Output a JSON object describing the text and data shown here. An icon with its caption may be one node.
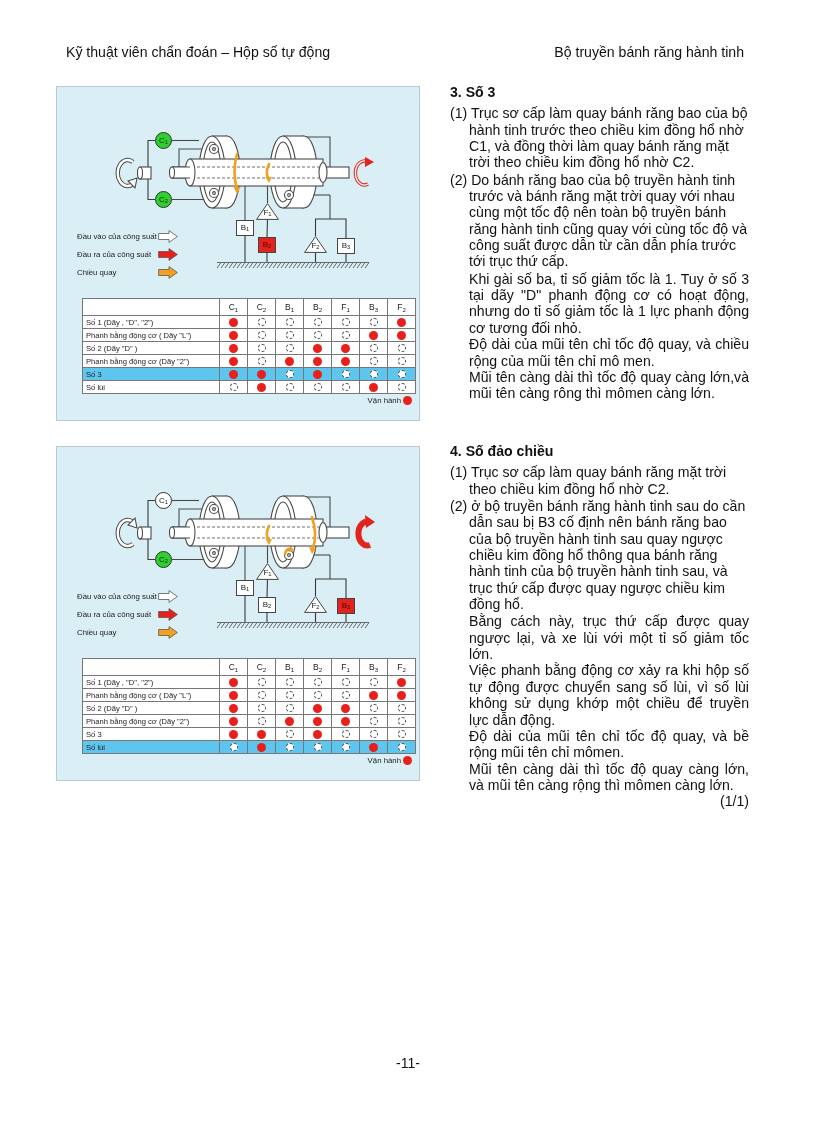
{
  "diagram": {
    "nodes": [
      {
        "text": [
          "C$_{1}$"
        ]
      },
      {
        "text": [
          "C$_{2}$"
        ]
      },
      {
        "text": [
          "F$_{1}$"
        ]
      },
      {
        "text": [
          "B$_{1}$"
        ]
      },
      {
        "text": [
          "B$_{2}$"
        ]
      },
      {
        "text": [
          "F$_{2}$"
        ]
      },
      {
        "text": [
          "B$_{3}$"
        ]
      },
      {
        "text": [],
        "shape": "bar"
      },
      {
        "text": [
          "C$_{1}$"
        ]
      },
      {
        "text": [
          "C$_{2}$"
        ]
      },
      {
        "text": [
          "F$_{1}$"
        ]
      },
      {
        "text": [
          "B$_{1}$"
        ]
      },
      {
        "text": [
          "B$_{2}$"
        ]
      },
      {
        "text": [
          "F$_{2}$"
        ]
      },
      {
        "text": [
          "B$_{3}$"
        ]
      },
      {
        "text": [],
        "shape": "bar"
      }
    ],
    "edges": [
      {
        "from": 0,
        "to": 1,
        "arrow": "none"
      },
      {
        "from": 2,
        "to": 4,
        "arrow": "none"
      },
      {
        "from": 5,
        "to": 6,
        "arrow": "none"
      },
      {
        "from": 3,
        "to": 7,
        "arrow": "none"
      },
      {
        "from": 4,
        "to": 7,
        "arrow": "none"
      },
      {
        "from": 5,
        "to": 7,
        "arrow": "none"
      },
      {
        "from": 6,
        "to": 7,
        "arrow": "none"
      },
      {
        "from": 8,
        "to": 9,
        "arrow": "none"
      },
      {
        "from": 10,
        "to": 12,
        "arrow": "none"
      },
      {
        "from": 13,
        "to": 14,
        "arrow": "none"
      },
      {
        "from": 11,
        "to": 15,
        "arrow": "none"
      },
      {
        "from": 12,
        "to": 15,
        "arrow": "none"
      },
      {
        "from": 13,
        "to": 15,
        "arrow": "none"
      },
      {
        "from": 14,
        "to": 15,
        "arrow": "none"
      }
    ],
    "labels": [
      "Kỹ thuật viên chẩn đoán – Hộp số tự động",
      "Bộ truyền bánh răng hành tinh",
      "C$_{1}$",
      "C$_{2}$",
      "B$_{1}$",
      "B$_{2}$",
      "F$_{1}$",
      "B$_{3}$",
      "F$_{2}$",
      "Số 1 (Dãy , \"D\", \"2\")",
      "Phanh bằng động cơ ( Dãy \"L\")",
      "Số 2 (Dãy \"D\" )",
      "Phanh bằng động cơ (Dãy \"2\")",
      "Số 3",
      "Số lùi",
      "3. Số 3",
      "(1) Trục sơ cấp làm quay bánh răng bao của bộ hành tinh trước theo chiều kim đồng hổ nhờ C1, và đồng thời làm quay bánh răng mặt trời theo chiều kim đồng hổ nhờ C2.",
      "(2) Do bánh răng bao của bộ truyền hành tinh trước và bánh răng mặt trời quay với nhau cùng một tốc độ nên toàn bộ truyền bánh răng hành tinh cũng quay với cùng tốc độ và công suất được dẫn từ cần dẫn phía trước tới trục thứ cấp.",
      "Khi gài số ba, tỉ số giảm tốc là 1. Tuy ở số 3 tại dãy \"D\" phanh động cơ có hoạt động, nhưng do tỉ số giảm tốc là 1 lực phanh động cơ tương đối nhỏ.",
      "Độ dài của mũi tên chỉ tốc độ quay, và chiều rộng của mũi tên chỉ mô men.",
      "Mũi tên càng dài thì tốc độ quay càng lớn,và mũi tên càng rông thì mômen càng lớn.",
      "C$_{1}$",
      "C$_{2}$",
      "B$_{1}$",
      "B$_{2}$",
      "F$_{1}$",
      "B$_{3}$",
      "F$_{2}$",
      "Số 1 (Dãy , \"D\", \"2\")",
      "Phanh bằng động cơ ( Dãy \"L\")",
      "Số 2 (Dãy \"D\" )",
      "Phanh bằng động cơ (Dãy \"2\")",
      "Số 3",
      "Số lùi",
      "4. Số đảo chiều",
      "(1) Trục sơ cấp làm quay bánh răng mặt trời theo chiều kim đồng hổ nhờ C2.",
      "(2) ở bộ truyền bánh răng hành tinh sau do cần dẫn sau bị B3 cố định nên bánh răng bao của bộ truyền hành tinh sau quay ngược chiều kim đồng hổ thông qua bánh răng hành tinh của bộ truyền hành tinh sau, và trục thứ cấp được quay ngược chiều kim đồng hổ.",
      "Bằng cách này, trục thứ cấp được quay ngược lại, và xe lùi với một tỉ số giảm tốc lớn.",
      "Việc phanh bằng động cơ xảy ra khi hộp số tự động được chuyển sang số lùi, vì số lùi không sử dụng khớp một chiều để truyền lực dẫn động.",
      "Độ dài của mũi tên chỉ tốc độ quay, và bề rộng mũi tên chỉ mômen.",
      "Mũi tên càng dài thì tốc độ quay càng lớn, và mũi tên càng rộng thì mômen càng lớn.",
      "(1/1)",
      "-11-"
    ],
    "legend": [
      {
        "text": "Đầu vào của công suất",
        "color": "#ffffff"
      },
      {
        "text": "Đầu ra của công suất",
        "color": "#e8201c"
      },
      {
        "text": "Chiều quay",
        "color": "#f5a020"
      },
      {
        "text": "Vận hành",
        "color": "#e8201c"
      },
      {
        "text": "Đầu vào của công suất",
        "color": "#ffffff"
      },
      {
        "text": "Đầu ra của công suất",
        "color": "#e8201c"
      },
      {
        "text": "Chiều quay",
        "color": "#f5a020"
      },
      {
        "text": "Vận hành",
        "color": "#e8201c"
      }
    ]
  }
}
